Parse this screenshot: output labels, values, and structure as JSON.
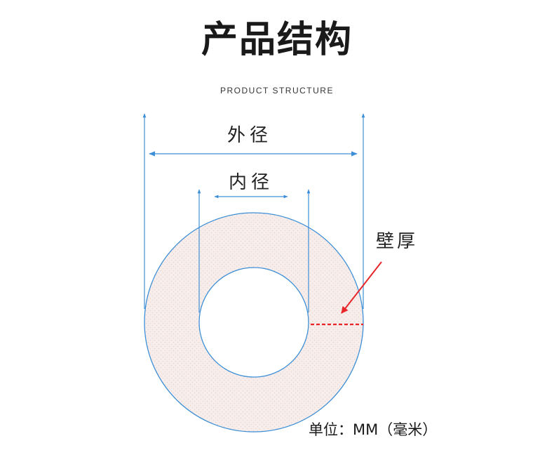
{
  "title": "产品结构",
  "subtitle": "PRODUCT STRUCTURE",
  "labels": {
    "outer_diameter": "外径",
    "inner_diameter": "内径",
    "wall_thickness": "壁厚"
  },
  "unit_text": "单位：MM（毫米）",
  "colors": {
    "line": "#3d8fd6",
    "ring_fill": "#f6ecea",
    "marker": "#e8262a",
    "title": "#1a1a1a"
  }
}
